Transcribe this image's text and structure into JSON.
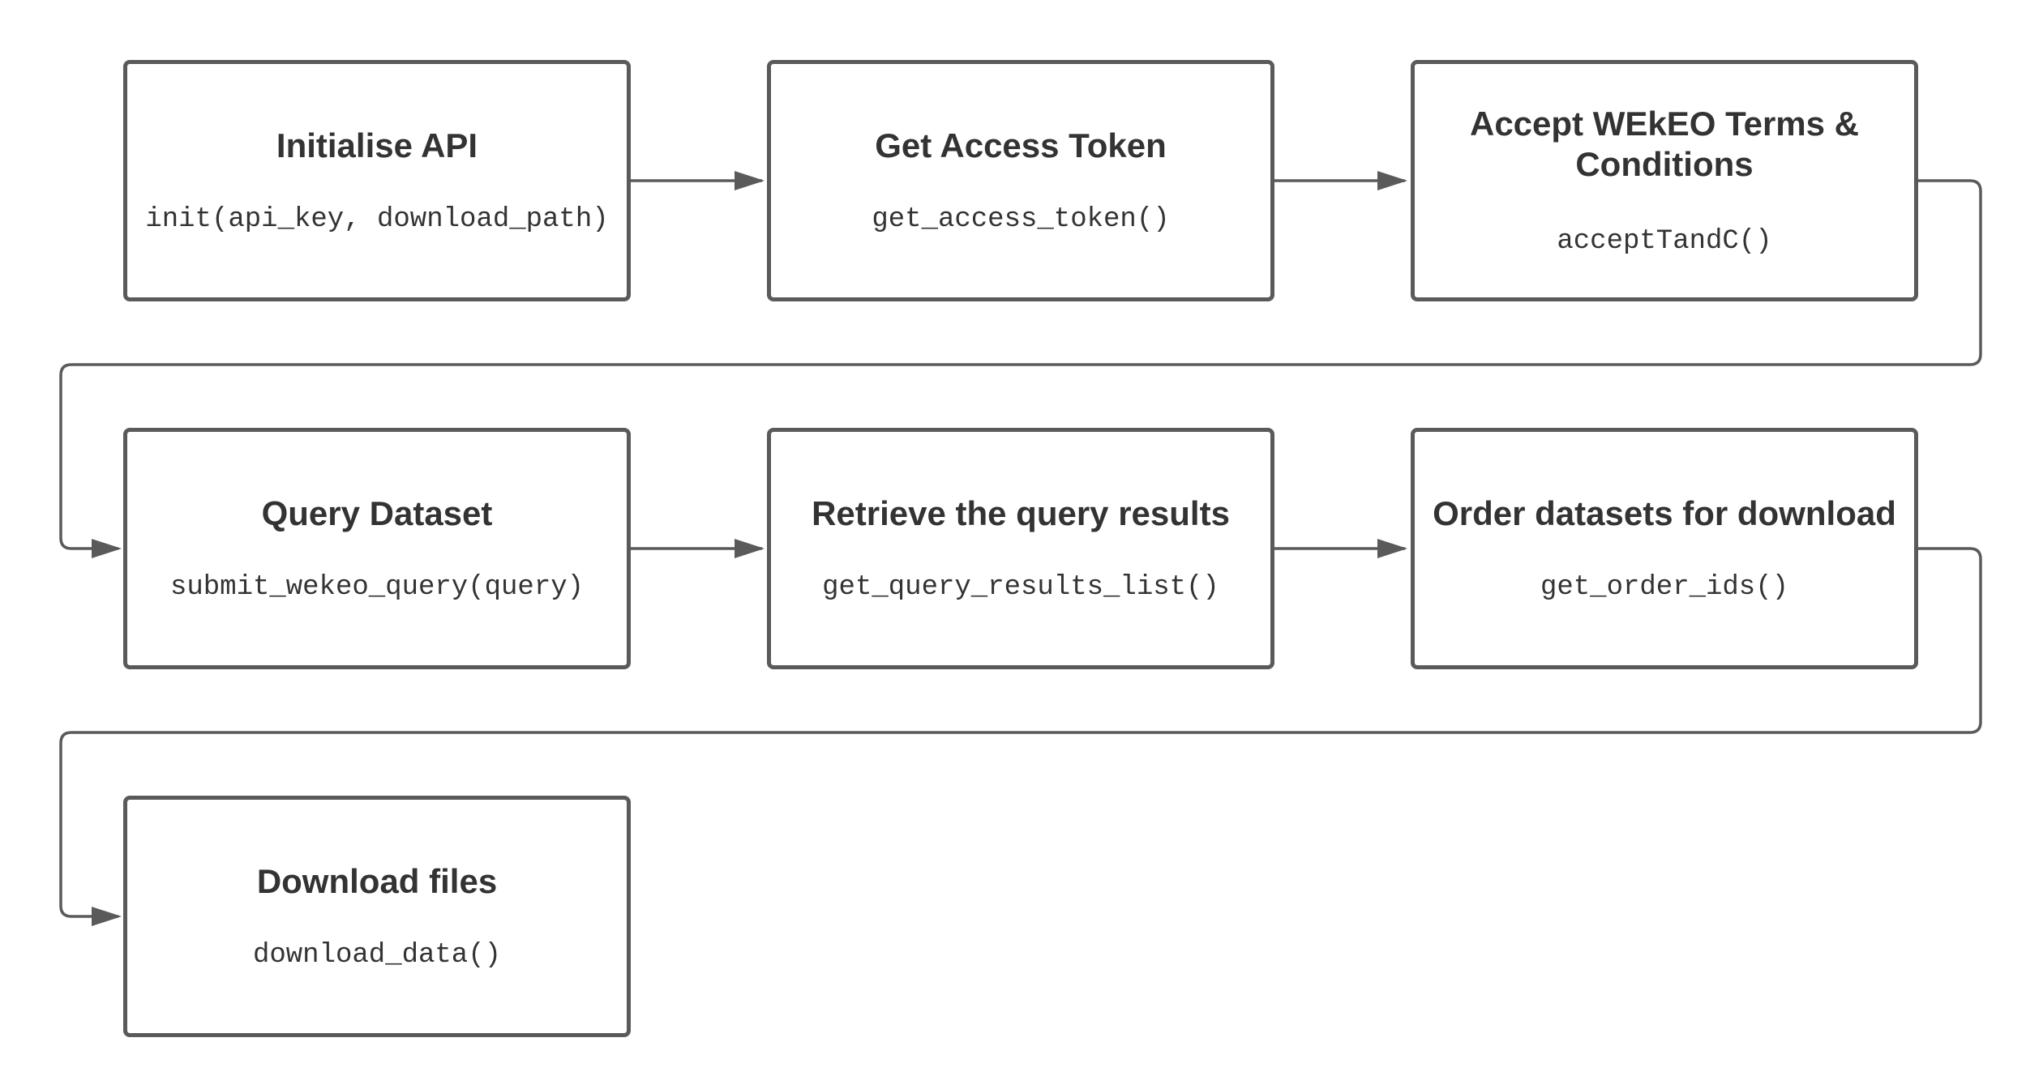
{
  "diagram": {
    "steps": [
      {
        "title": "Initialise API",
        "code": "init(api_key, download_path)"
      },
      {
        "title": "Get Access Token",
        "code": "get_access_token()"
      },
      {
        "title": "Accept WEkEO Terms & Conditions",
        "code": "acceptTandC()"
      },
      {
        "title": "Query Dataset",
        "code": "submit_wekeo_query(query)"
      },
      {
        "title": "Retrieve the query results",
        "code": "get_query_results_list()"
      },
      {
        "title": "Order datasets for download",
        "code": "get_order_ids()"
      },
      {
        "title": "Download files",
        "code": "download_data()"
      }
    ],
    "colors": {
      "box_border": "#5a5a5a",
      "text": "#333333",
      "connector": "#5a5a5a",
      "background": "#ffffff"
    }
  }
}
